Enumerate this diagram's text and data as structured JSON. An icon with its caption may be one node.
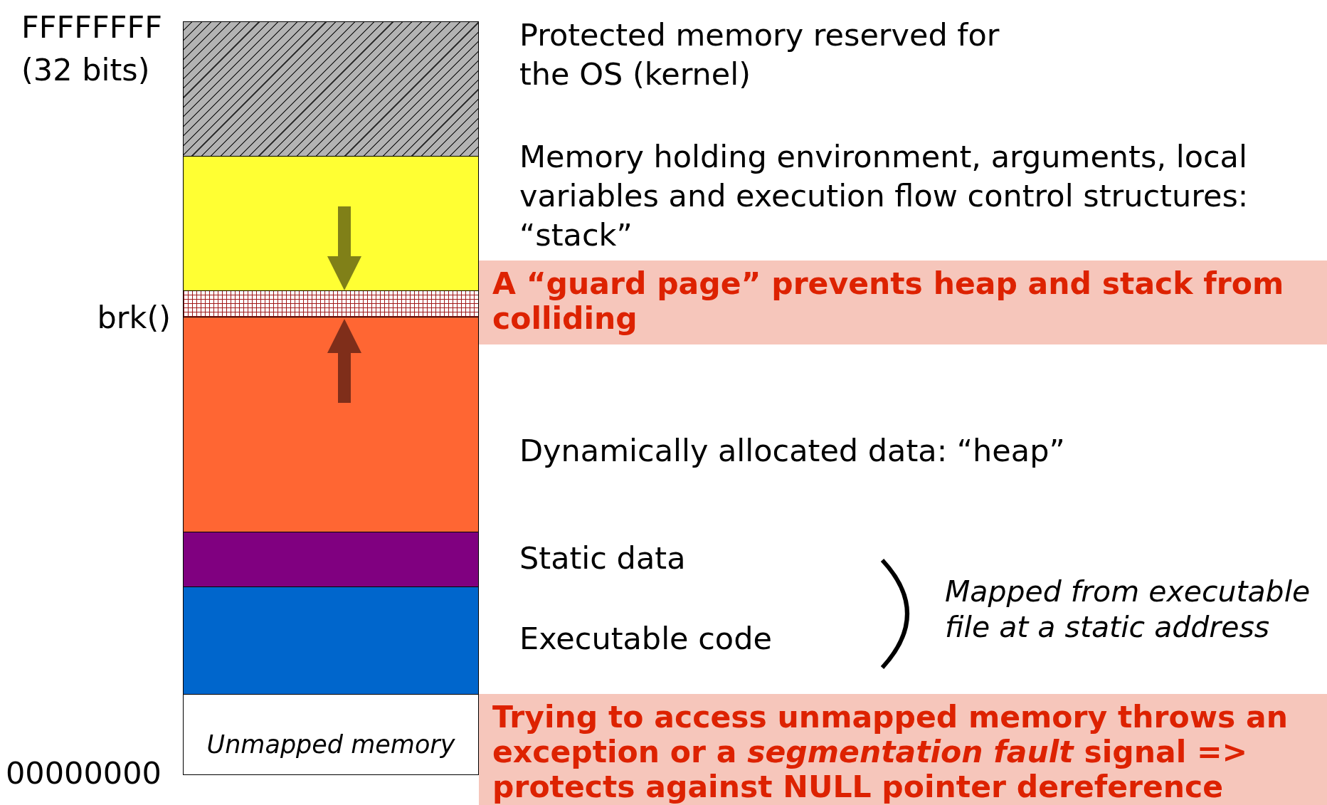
{
  "diagram": {
    "nodes": [
      {
        "text": [],
        "shape": "box"
      },
      {
        "text": [],
        "shape": "box"
      },
      {
        "text": [],
        "shape": "box"
      },
      {
        "text": [],
        "shape": "box"
      },
      {
        "text": [],
        "shape": "box"
      },
      {
        "text": [],
        "shape": "box"
      },
      {
        "text": [
          "Unmapped memory"
        ]
      },
      {
        "text": [
          "A “guard page” prevents heap and stack from colliding"
        ]
      },
      {
        "text": [
          "Trying to access unmapped memory throws an exception or a *segmentation fault* signal => protects against NULL pointer dereference"
        ]
      }
    ],
    "labels": [
      "FFFFFFFF (32 bits)",
      "Protected memory reserved for the OS (kernel)",
      "Memory holding environment, arguments, local variables and execution flow control structures: “stack”",
      "brk()",
      "Dynamically allocated data: “heap”",
      "Static data",
      "Mapped from executable file at a static address",
      "Executable code",
      "00000000"
    ]
  }
}
